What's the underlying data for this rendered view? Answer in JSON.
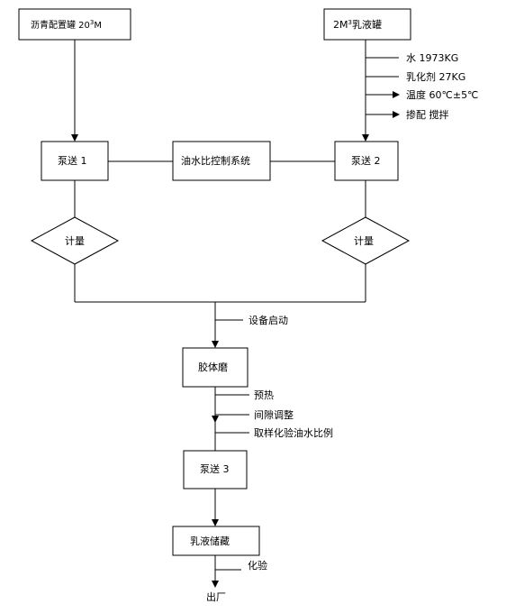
{
  "nodes": {
    "asphalt_tank": {
      "label": "沥青配置罐 20",
      "unit": "M"
    },
    "emulsion_tank": {
      "prefix": "2M",
      "suffix": "乳液罐"
    },
    "pump1": {
      "label": "泵送 1"
    },
    "control": {
      "label": "油水比控制系统"
    },
    "pump2": {
      "label": "泵送 2"
    },
    "meter1": {
      "label": "计量"
    },
    "meter2": {
      "label": "计量"
    },
    "colloid_mill": {
      "label": "胶体磨"
    },
    "pump3": {
      "label": "泵送 3"
    },
    "storage": {
      "label": "乳液储藏"
    }
  },
  "annotations": {
    "water": "水 1973KG",
    "emulsifier": "乳化剂 27KG",
    "temperature": "温度 60℃±5℃",
    "mixing": "掺配 搅拌",
    "startup": "设备启动",
    "preheat": "预热",
    "gap_adjust": "间隙调整",
    "sampling": "取样化验油水比例",
    "lab_test": "化验",
    "exit": "出厂"
  },
  "superscripts": {
    "cubic": "3"
  }
}
